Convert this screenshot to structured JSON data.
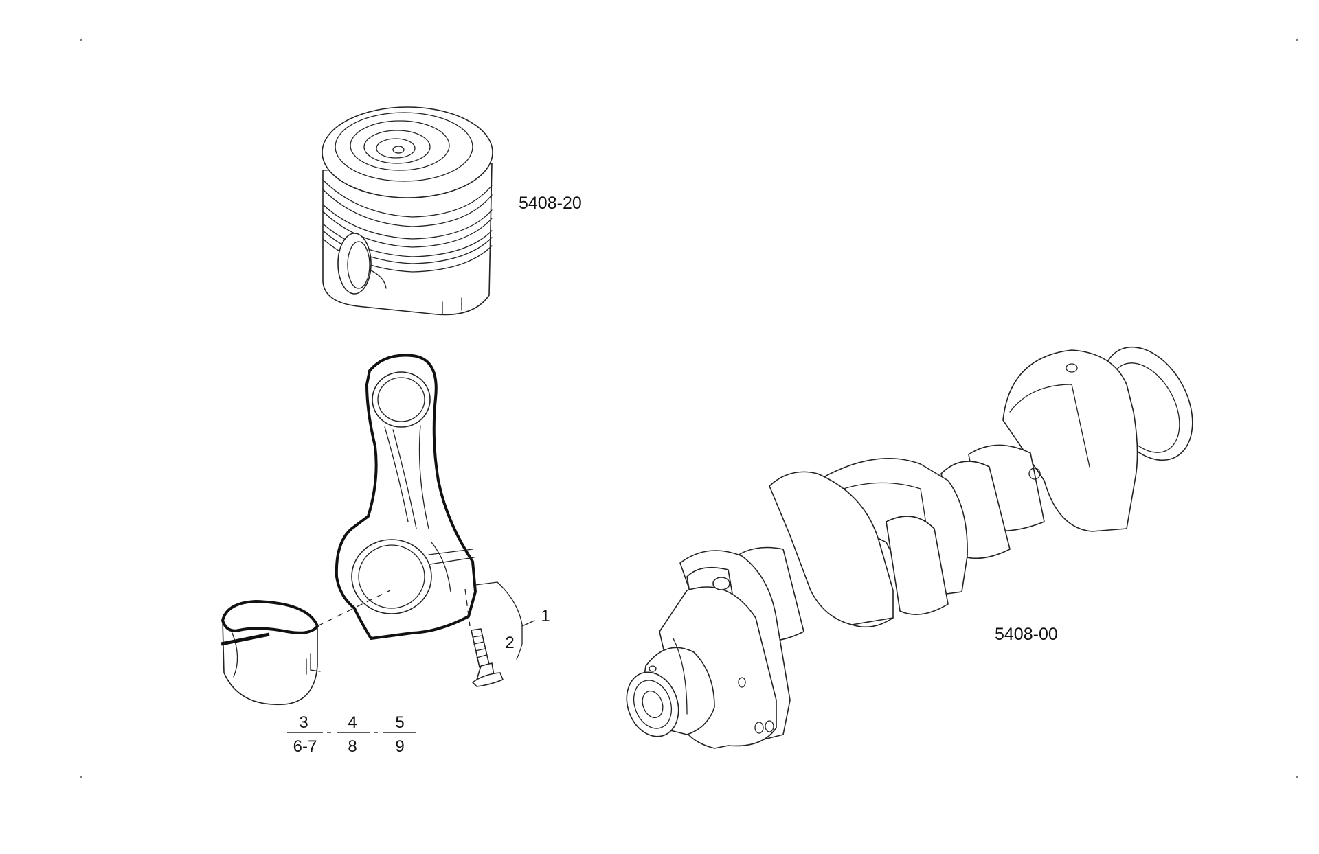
{
  "labels": {
    "piston_ref": "5408-20",
    "crankshaft_ref": "5408-00",
    "callout_1": "1",
    "callout_2": "2"
  },
  "bearing_fractions": [
    {
      "top": "3",
      "bottom": "6-7"
    },
    {
      "top": "4",
      "bottom": "8"
    },
    {
      "top": "5",
      "bottom": "9"
    }
  ],
  "colors": {
    "line": "#222222",
    "background": "#ffffff"
  }
}
